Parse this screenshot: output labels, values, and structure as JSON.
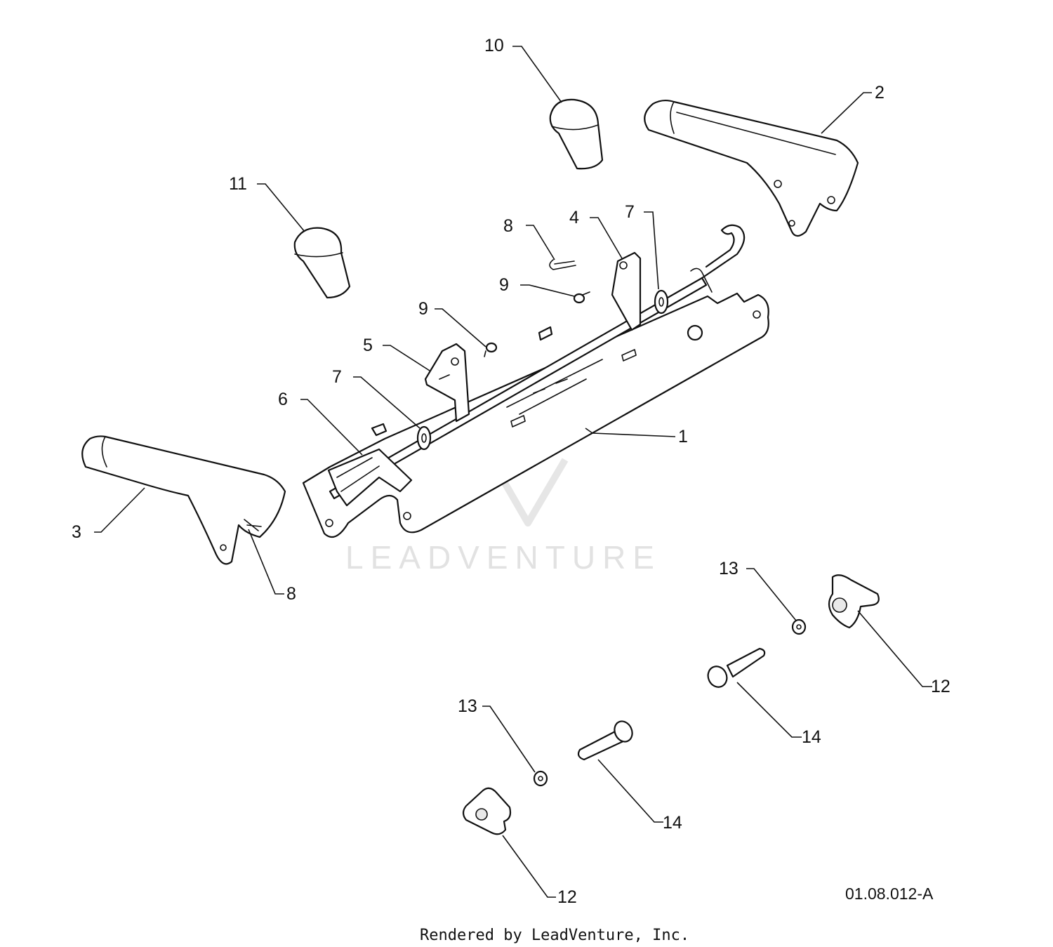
{
  "callouts": {
    "c1": "1",
    "c2": "2",
    "c3": "3",
    "c4": "4",
    "c5": "5",
    "c6": "6",
    "c7a": "7",
    "c7b": "7",
    "c8a": "8",
    "c8b": "8",
    "c9a": "9",
    "c9b": "9",
    "c10": "10",
    "c11": "11",
    "c12a": "12",
    "c12b": "12",
    "c13a": "13",
    "c13b": "13",
    "c14a": "14",
    "c14b": "14"
  },
  "diagram_code": "01.08.012-A",
  "watermark": {
    "text": "LEADVENTURE"
  },
  "footer": {
    "credit": "Rendered by LeadVenture, Inc."
  },
  "colors": {
    "line": "#111111",
    "watermark": "#e2e2e2",
    "background": "#ffffff"
  }
}
